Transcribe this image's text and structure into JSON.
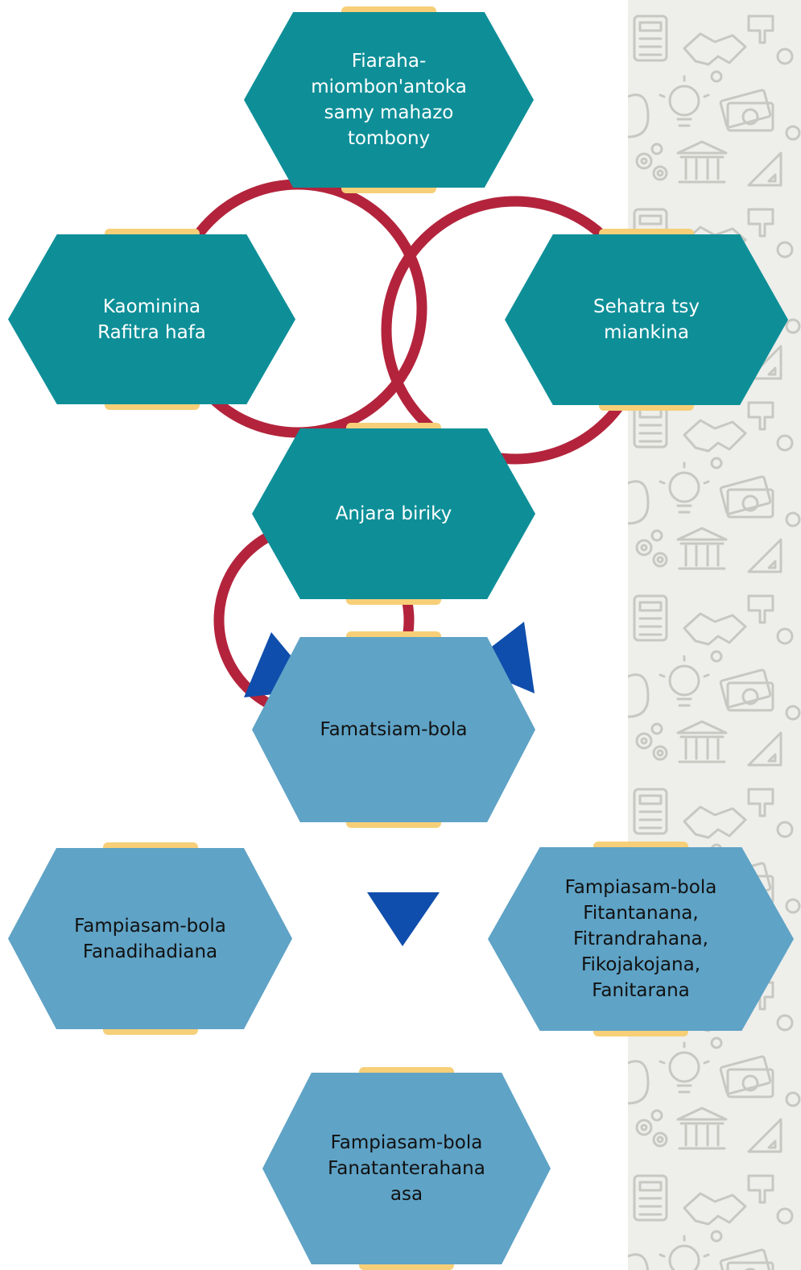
{
  "colors": {
    "teal_hexagon": "#0e8f98",
    "light_blue_hexagon": "#5fa3c6",
    "yellow_tab": "#f6cf78",
    "ring": "#b3243c",
    "arrow": "#0f4eac",
    "pattern_background": "#eeeeea",
    "pattern_lines": "#c8c8c2"
  },
  "nodes": {
    "top": "Fiaraha-\nmiombon'antoka\nsamy mahazo\ntombony",
    "left": "Kaominina\nRafitra hafa",
    "right": "Sehatra tsy\nmiankina",
    "center": "Anjara biriky",
    "funding": "Famatsiam-bola",
    "use_left": "Fampiasam-bola\nFanadihadiana",
    "use_right": "Fampiasam-bola\nFitantanana,\nFitrandrahana,\nFikojakojana,\nFanitarana",
    "use_bottom": "Fampiasam-bola\nFanatanterahana\nasa"
  },
  "decor": {
    "pattern_icons": [
      "calculator-icon",
      "handshake-icon",
      "faucet-icon",
      "lightbulb-icon",
      "money-bag-icon",
      "banknotes-icon",
      "gears-icon",
      "bank-building-icon",
      "triangle-ruler-icon",
      "circle-icon"
    ]
  }
}
